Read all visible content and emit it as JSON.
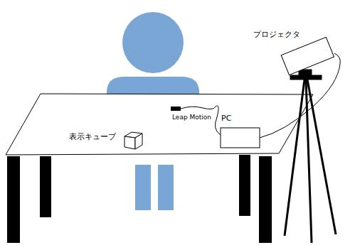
{
  "diagram": {
    "labels": [
      "プロジェクタ",
      "表示キューブ",
      "Leap Motion",
      "PC"
    ]
  }
}
